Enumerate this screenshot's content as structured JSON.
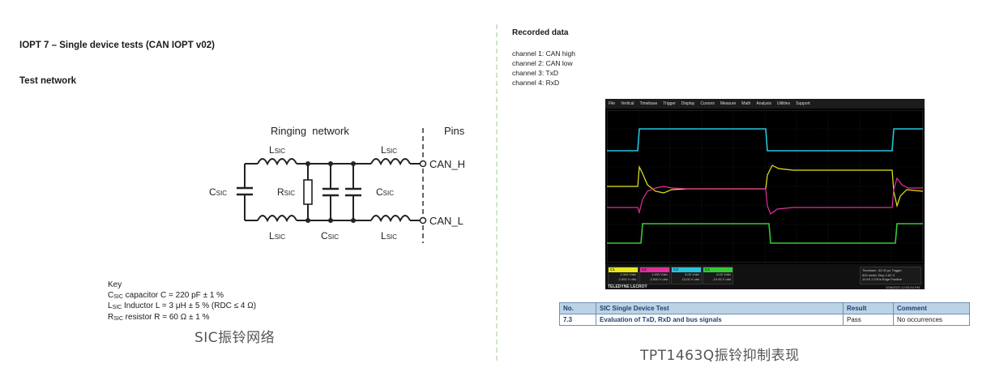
{
  "left": {
    "section_title": "IOPT 7 – Single device tests (CAN IOPT v02)",
    "subsection_title": "Test network",
    "circuit": {
      "ringing_label": "Ringing  network",
      "pins_label": "Pins",
      "pin_high": "CAN_H",
      "pin_low": "CAN_L",
      "l_main": "L",
      "c_main": "C",
      "r_main": "R",
      "sub": "SIC"
    },
    "key": {
      "title": "Key",
      "c_prefix": "C",
      "c_text": " capacitor C = 220 pF ± 1 %",
      "l_prefix": "L",
      "l_text": " Inductor L = 3 μH ± 5 % (RDC ≤ 4 Ω)",
      "r_prefix": "R",
      "r_text": " resistor R = 60 Ω ± 1 %",
      "sub": "SIC"
    },
    "caption": "SIC振铃网络"
  },
  "right": {
    "title": "Recorded data",
    "channels": [
      "channel 1: CAN high",
      "channel 2: CAN low",
      "channel 3: TxD",
      "channel 4: RxD"
    ],
    "scope": {
      "menu": [
        "File",
        "Vertical",
        "Timebase",
        "Trigger",
        "Display",
        "Cursors",
        "Measure",
        "Math",
        "Analysis",
        "Utilities",
        "Support"
      ],
      "channels": [
        {
          "tag": "C1",
          "v1": "1.000 V/div",
          "v2": "-2.500 V ofst",
          "color": "#e8e81a"
        },
        {
          "tag": "C2",
          "v1": "1.000 V/div",
          "v2": "-2.500 V ofst",
          "color": "#e0309a"
        },
        {
          "tag": "C3",
          "v1": "5.00 V/div",
          "v2": "10.00 V ofst",
          "color": "#29c4dd"
        },
        {
          "tag": "C4",
          "v1": "5.00 V/div",
          "v2": "-10.00 V ofst",
          "color": "#35c935"
        }
      ],
      "timebase": "Timebase -32.00 μs   Trigger",
      "timebase2": "500 ns/div   Stop   2.62 V",
      "timebase3": "10 kS   2 GS/s   Edge   Positive",
      "brand": "TELEDYNE LECROY",
      "stamp": "5/26/2021 12:53:34 PM"
    },
    "table": {
      "headers": [
        "No.",
        "SIC Single Device Test",
        "Result",
        "Comment"
      ],
      "rows": [
        [
          "7.3",
          "Evaluation of TxD, RxD and bus signals",
          "Pass",
          "No occurrences"
        ]
      ]
    },
    "caption": "TPT1463Q振铃抑制表现"
  }
}
